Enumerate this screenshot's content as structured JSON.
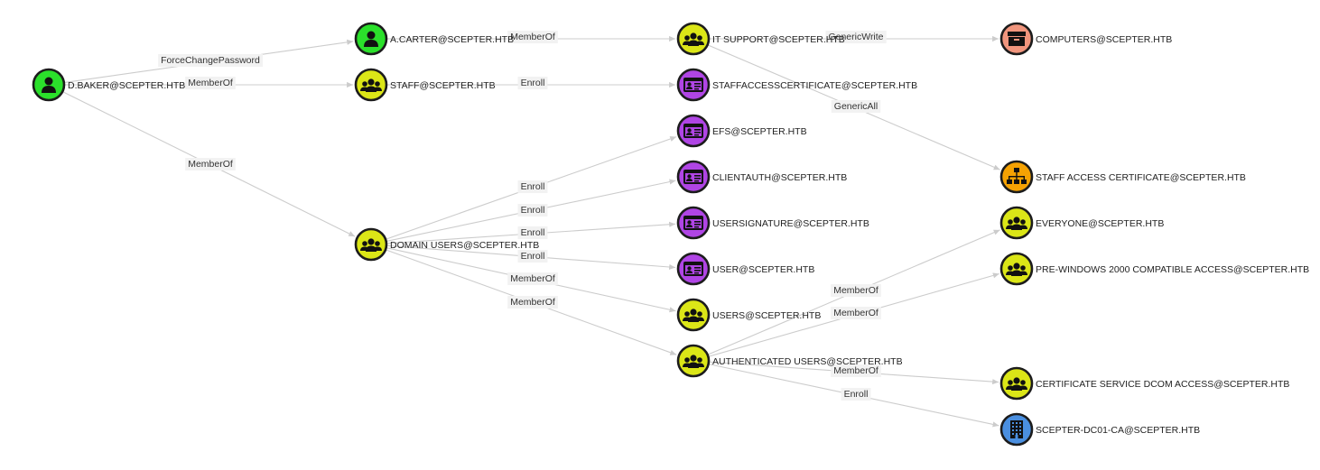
{
  "colors": {
    "user": "#2be02b",
    "group": "#dbe617",
    "template": "#b045e5",
    "container": "#f0957d",
    "ou": "#f5a203",
    "ca": "#4a8fe0",
    "edge": "#cccccc"
  },
  "nodes": [
    {
      "id": "dbaker",
      "label": "D.BAKER@SCEPTER.HTB",
      "kind": "user",
      "icon": "user-icon"
    },
    {
      "id": "acarter",
      "label": "A.CARTER@SCEPTER.HTB",
      "kind": "user",
      "icon": "user-icon"
    },
    {
      "id": "staff",
      "label": "STAFF@SCEPTER.HTB",
      "kind": "group",
      "icon": "group-icon"
    },
    {
      "id": "domainusers",
      "label": "DOMAIN USERS@SCEPTER.HTB",
      "kind": "group",
      "icon": "group-icon"
    },
    {
      "id": "itsupport",
      "label": "IT SUPPORT@SCEPTER.HTB",
      "kind": "group",
      "icon": "group-icon"
    },
    {
      "id": "staffaccesscert",
      "label": "STAFFACCESSCERTIFICATE@SCEPTER.HTB",
      "kind": "template",
      "icon": "id-card-icon"
    },
    {
      "id": "efs",
      "label": "EFS@SCEPTER.HTB",
      "kind": "template",
      "icon": "id-card-icon"
    },
    {
      "id": "clientauth",
      "label": "CLIENTAUTH@SCEPTER.HTB",
      "kind": "template",
      "icon": "id-card-icon"
    },
    {
      "id": "usersignature",
      "label": "USERSIGNATURE@SCEPTER.HTB",
      "kind": "template",
      "icon": "id-card-icon"
    },
    {
      "id": "user",
      "label": "USER@SCEPTER.HTB",
      "kind": "template",
      "icon": "id-card-icon"
    },
    {
      "id": "users",
      "label": "USERS@SCEPTER.HTB",
      "kind": "group",
      "icon": "group-icon"
    },
    {
      "id": "authusers",
      "label": "AUTHENTICATED USERS@SCEPTER.HTB",
      "kind": "group",
      "icon": "group-icon"
    },
    {
      "id": "computers",
      "label": "COMPUTERS@SCEPTER.HTB",
      "kind": "container",
      "icon": "container-box-icon"
    },
    {
      "id": "staffaccessou",
      "label": "STAFF ACCESS CERTIFICATE@SCEPTER.HTB",
      "kind": "ou",
      "icon": "org-unit-icon"
    },
    {
      "id": "everyone",
      "label": "EVERYONE@SCEPTER.HTB",
      "kind": "group",
      "icon": "group-icon"
    },
    {
      "id": "prewin2000",
      "label": "PRE-WINDOWS 2000 COMPATIBLE ACCESS@SCEPTER.HTB",
      "kind": "group",
      "icon": "group-icon"
    },
    {
      "id": "certdcom",
      "label": "CERTIFICATE SERVICE DCOM ACCESS@SCEPTER.HTB",
      "kind": "group",
      "icon": "group-icon"
    },
    {
      "id": "dc01ca",
      "label": "SCEPTER-DC01-CA@SCEPTER.HTB",
      "kind": "ca",
      "icon": "building-icon"
    }
  ],
  "edges": [
    {
      "from": "dbaker",
      "to": "acarter",
      "label": "ForceChangePassword"
    },
    {
      "from": "dbaker",
      "to": "staff",
      "label": "MemberOf"
    },
    {
      "from": "dbaker",
      "to": "domainusers",
      "label": "MemberOf"
    },
    {
      "from": "acarter",
      "to": "itsupport",
      "label": "MemberOf"
    },
    {
      "from": "staff",
      "to": "staffaccesscert",
      "label": "Enroll"
    },
    {
      "from": "itsupport",
      "to": "computers",
      "label": "GenericWrite"
    },
    {
      "from": "itsupport",
      "to": "staffaccessou",
      "label": "GenericAll"
    },
    {
      "from": "domainusers",
      "to": "efs",
      "label": "Enroll"
    },
    {
      "from": "domainusers",
      "to": "clientauth",
      "label": "Enroll"
    },
    {
      "from": "domainusers",
      "to": "usersignature",
      "label": "Enroll"
    },
    {
      "from": "domainusers",
      "to": "user",
      "label": "Enroll"
    },
    {
      "from": "domainusers",
      "to": "users",
      "label": "MemberOf"
    },
    {
      "from": "domainusers",
      "to": "authusers",
      "label": "MemberOf"
    },
    {
      "from": "authusers",
      "to": "everyone",
      "label": "MemberOf"
    },
    {
      "from": "authusers",
      "to": "prewin2000",
      "label": "MemberOf"
    },
    {
      "from": "authusers",
      "to": "certdcom",
      "label": "MemberOf"
    },
    {
      "from": "authusers",
      "to": "dc01ca",
      "label": "Enroll"
    }
  ]
}
